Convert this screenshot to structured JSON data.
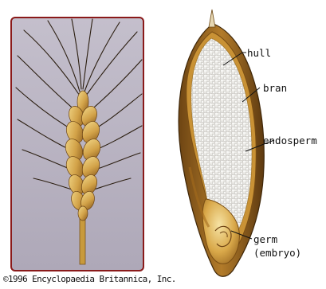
{
  "diagram": {
    "labels": {
      "hull": "hull",
      "bran": "bran",
      "endosperm": "endosperm",
      "germ": "germ",
      "embryo": "(embryo)"
    },
    "copyright": "©1996 Encyclopaedia Britannica, Inc."
  },
  "colors": {
    "panel_background": "#b9b4c2",
    "panel_border": "#8a1a1a",
    "straw": "#c89a3c",
    "awn": "#2b1e10",
    "hull": "#8a5a1e",
    "bran": "#c08a2e",
    "endosperm": "#e9e7e2",
    "leader_line": "#111111"
  }
}
